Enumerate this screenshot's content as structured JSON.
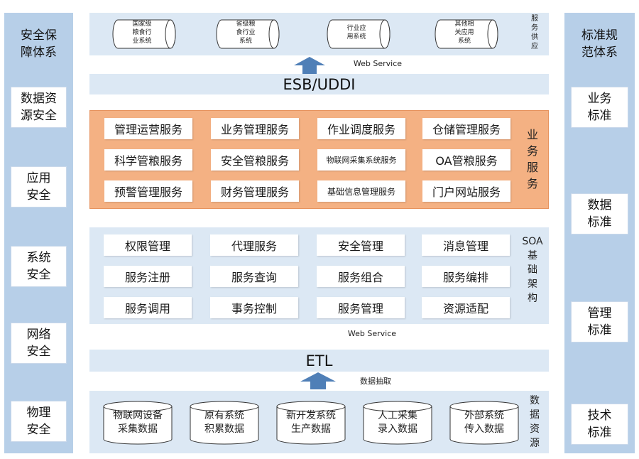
{
  "left_column": {
    "title": "安全保\n障体系",
    "items": [
      "数据资\n源安全",
      "应用\n安全",
      "系统\n安全",
      "网络\n安全",
      "物理\n安全"
    ]
  },
  "right_column": {
    "title": "标准规\n范体系",
    "items": [
      "业务\n标准",
      "数据\n标准",
      "管理\n标准",
      "技术\n标准"
    ]
  },
  "top_layer": {
    "systems": [
      "国家级\n粮食行\n业系统",
      "省级粮\n食行业\n系统",
      "行业应\n用系统",
      "其他相\n关应用\n系统"
    ],
    "side_label": "服\n务\n供\n应"
  },
  "web_service_top": "Web Service",
  "esb": "ESB/UDDI",
  "business": {
    "side_label": "业\n务\n服\n务",
    "rows": [
      [
        "管理运营服务",
        "业务管理服务",
        "作业调度服务",
        "仓储管理服务"
      ],
      [
        "科学管粮服务",
        "安全管粮服务",
        "物联网采集系统服务",
        "OA管粮服务"
      ],
      [
        "预警管理服务",
        "财务管理服务",
        "基础信息管理服务",
        "门户网站服务"
      ]
    ]
  },
  "soa": {
    "side_label": "SOA\n基\n础\n架\n构",
    "rows": [
      [
        "权限管理",
        "代理服务",
        "安全管理",
        "消息管理"
      ],
      [
        "服务注册",
        "服务查询",
        "服务组合",
        "服务编排"
      ],
      [
        "服务调用",
        "事务控制",
        "服务管理",
        "资源适配"
      ]
    ]
  },
  "web_service_mid": "Web Service",
  "etl": "ETL",
  "extract_label": "数据抽取",
  "data_sources": {
    "items": [
      "物联网设备\n采集数据",
      "原有系统\n积累数据",
      "新开发系统\n生产数据",
      "人工采集\n录入数据",
      "外部系统\n传入数据"
    ],
    "side_label": "数\n据\n资\n源"
  },
  "colors": {
    "side": "#b7cfe8",
    "panel": "#dce8f4",
    "business": "#f4b183",
    "arrow": "#4f7fb7"
  }
}
